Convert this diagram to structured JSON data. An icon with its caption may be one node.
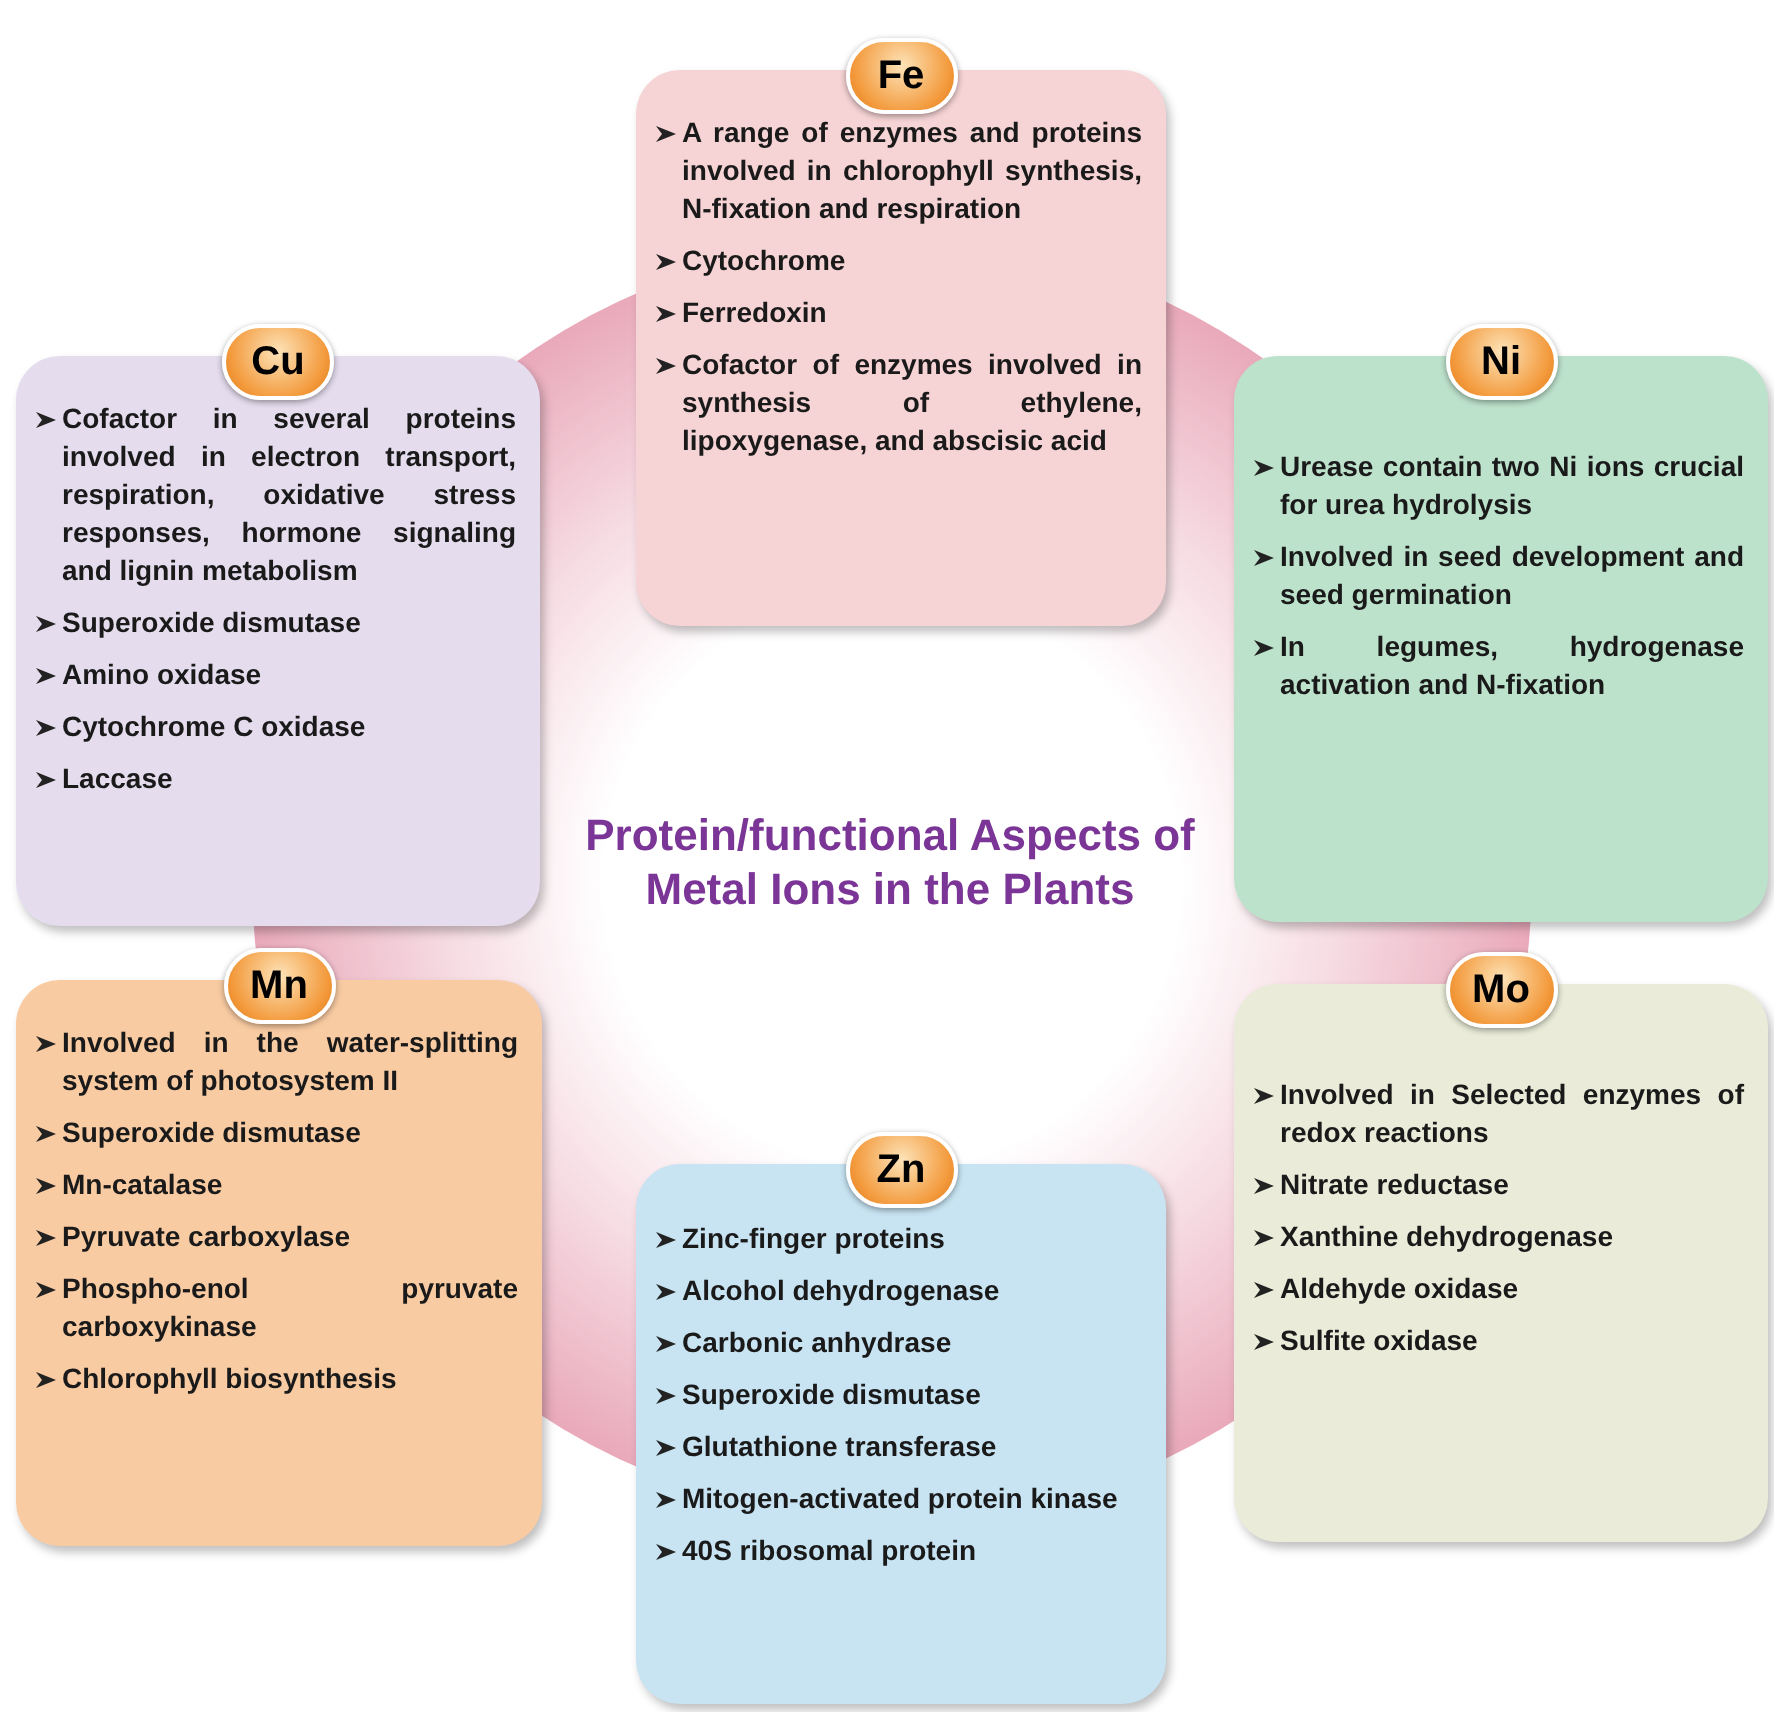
{
  "diagram": {
    "title": "Protein/functional Aspects of Metal Ions in the Plants",
    "nodes": [
      {
        "text": [
          "Fe",
          "A range of enzymes and proteins involved in chlorophyll synthesis, N-fixation and respiration",
          "Cytochrome",
          "Ferredoxin",
          "Cofactor of enzymes involved in synthesis of ethylene, lipoxygenase, and abscisic acid"
        ]
      },
      {
        "text": [
          "Cu",
          "Cofactor in several proteins involved in electron transport, respiration, oxidative stress responses, hormone signaling and lignin metabolism",
          "Superoxide dismutase",
          "Amino oxidase",
          "Cytochrome C oxidase",
          "Laccase"
        ]
      },
      {
        "text": [
          "Ni",
          "Urease contain two Ni ions crucial for urea hydrolysis",
          "Involved in seed development and seed germination",
          "In legumes, hydrogenase activation and N-fixation"
        ]
      },
      {
        "text": [
          "Mn",
          "Involved in the water-splitting system of photosystem II",
          "Superoxide dismutase",
          "Mn-catalase",
          "Pyruvate carboxylase",
          "Phospho-enol pyruvate carboxykinase",
          "Chlorophyll biosynthesis"
        ]
      },
      {
        "text": [
          "Mo",
          "Involved in Selected enzymes of redox reactions",
          "Nitrate reductase",
          "Xanthine dehydrogenase",
          "Aldehyde oxidase",
          "Sulfite oxidase"
        ]
      },
      {
        "text": [
          "Zn",
          "Zinc-finger proteins",
          "Alcohol dehydrogenase",
          "Carbonic anhydrase",
          "Superoxide dismutase",
          "Glutathione transferase",
          "Mitogen-activated protein kinase",
          "40S ribosomal protein"
        ]
      }
    ]
  }
}
